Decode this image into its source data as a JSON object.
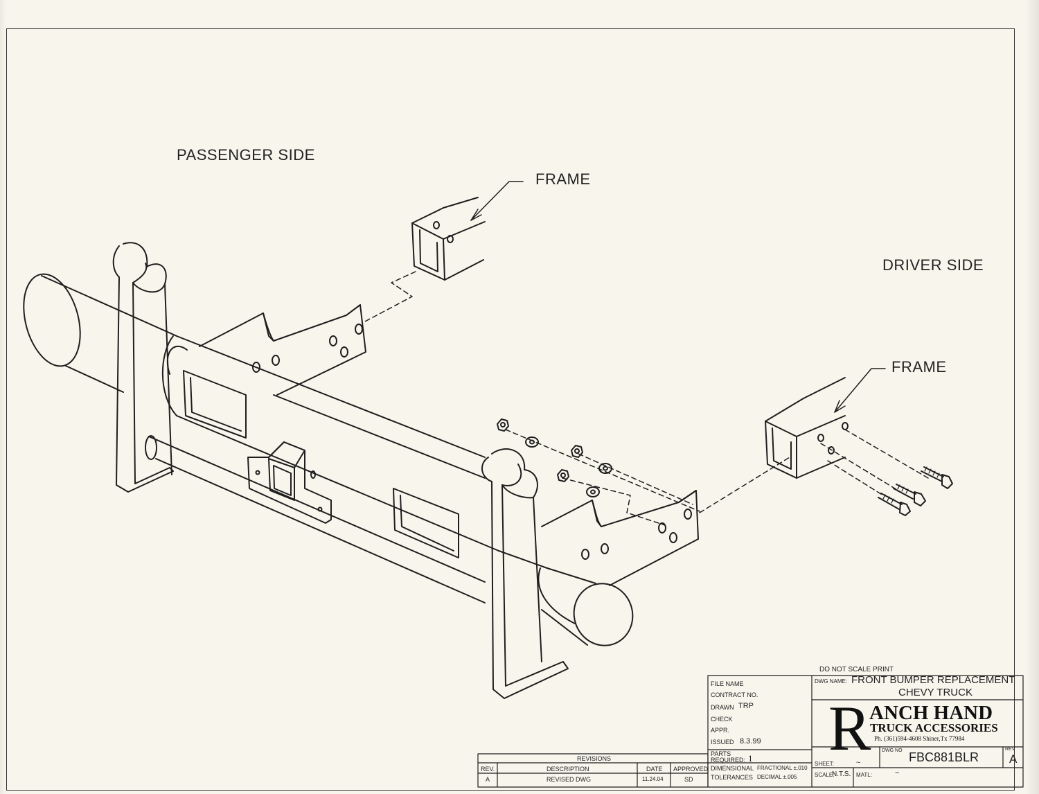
{
  "labels": {
    "passenger_side": "PASSENGER SIDE",
    "driver_side": "DRIVER SIDE",
    "frame_top": "FRAME",
    "frame_right": "FRAME"
  },
  "title_block": {
    "do_not_scale": "DO NOT SCALE PRINT",
    "file_name_label": "FILE NAME",
    "contract_label": "CONTRACT NO.",
    "drawn_label": "DRAWN",
    "drawn_value": "TRP",
    "check_label": "CHECK",
    "appr_label": "APPR.",
    "issued_label": "ISSUED",
    "issued_value": "8.3.99",
    "parts_label_1": "PARTS",
    "parts_label_2": "REQUIRED:",
    "parts_value": "1",
    "dimensional_label": "DIMENSIONAL",
    "fractional_label": "FRACTIONAL ±.010",
    "tolerances_label": "TOLERANCES",
    "decimal_label": "DECIMAL   ±.005",
    "dwg_name_label": "DWG NAME:",
    "dwg_name_1": "FRONT BUMPER REPLACEMENT",
    "dwg_name_2": "CHEVY TRUCK",
    "logo_r": "R",
    "logo_line1": "ANCH HAND",
    "logo_line2": "TRUCK ACCESSORIES",
    "logo_line3": "Ph. (361)594-4608 Shiner,Tx 77984",
    "sheet_label": "SHEET:",
    "sheet_value": "~",
    "scale_label": "SCALE:",
    "scale_value": "N.T.S.",
    "matl_label": "MATL:",
    "matl_value": "~",
    "dwg_no_label": "DWG NO",
    "dwg_no_value": "FBC881BLR",
    "rev_label": "REV",
    "rev_value": "A"
  },
  "revisions": {
    "title": "REVISIONS",
    "headers": [
      "REV.",
      "DESCRIPTION",
      "DATE",
      "APPROVED"
    ],
    "rows": [
      [
        "A",
        "REVISED DWG",
        "11.24.04",
        "SD"
      ]
    ]
  }
}
